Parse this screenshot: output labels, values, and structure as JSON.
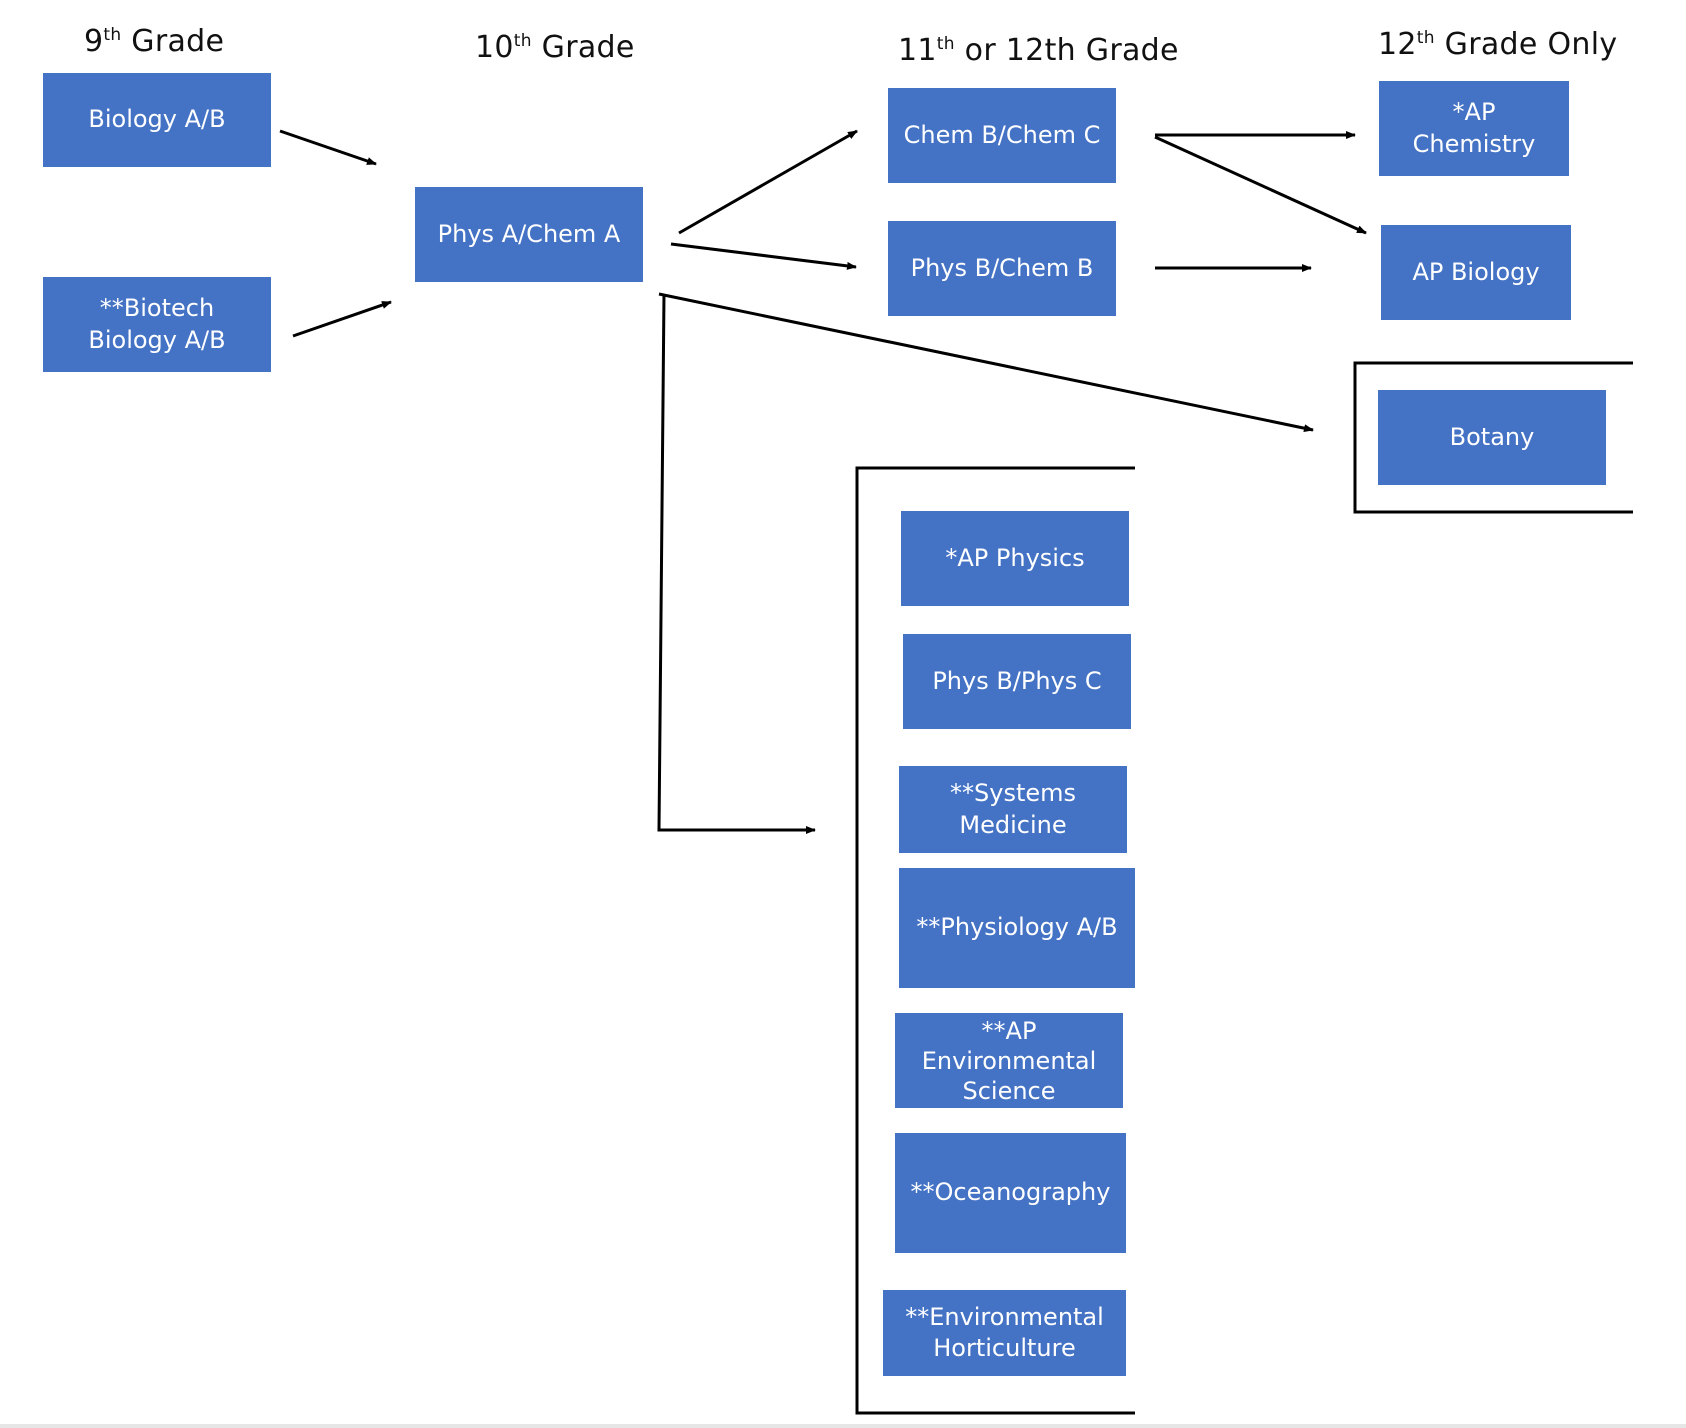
{
  "headings": {
    "grade9": {
      "main": "9",
      "sup": "th",
      "rest": " Grade"
    },
    "grade10": {
      "main": "10",
      "sup": "th",
      "rest": " Grade"
    },
    "grade11": {
      "main": "11",
      "sup": "th",
      "rest": " or 12th Grade"
    },
    "grade12": {
      "main": "12",
      "sup": "th",
      "rest": "  Grade Only"
    }
  },
  "courses": {
    "biology_ab": [
      "Biology A/B"
    ],
    "biotech_biology_ab": [
      "**Biotech",
      "Biology A/B"
    ],
    "phys_a_chem_a": [
      "Phys A/Chem A"
    ],
    "chem_b_chem_c": [
      "Chem B/Chem C"
    ],
    "phys_b_chem_b": [
      "Phys B/Chem B"
    ],
    "ap_chemistry": [
      "*AP",
      "Chemistry"
    ],
    "ap_biology": [
      "AP Biology"
    ],
    "botany": [
      "Botany"
    ],
    "ap_physics": [
      "*AP Physics"
    ],
    "phys_b_phys_c": [
      "Phys B/Phys C"
    ],
    "systems_medicine": [
      "**Systems",
      "Medicine"
    ],
    "physiology_ab": [
      "**Physiology A/B"
    ],
    "ap_environmental_science": [
      "**AP",
      "Environmental",
      "Science"
    ],
    "oceanography": [
      "**Oceanography"
    ],
    "environmental_horticulture": [
      "**Environmental",
      "Horticulture"
    ]
  },
  "colors": {
    "box_fill": "#4472c4",
    "box_text": "#ffffff",
    "line": "#000000"
  }
}
